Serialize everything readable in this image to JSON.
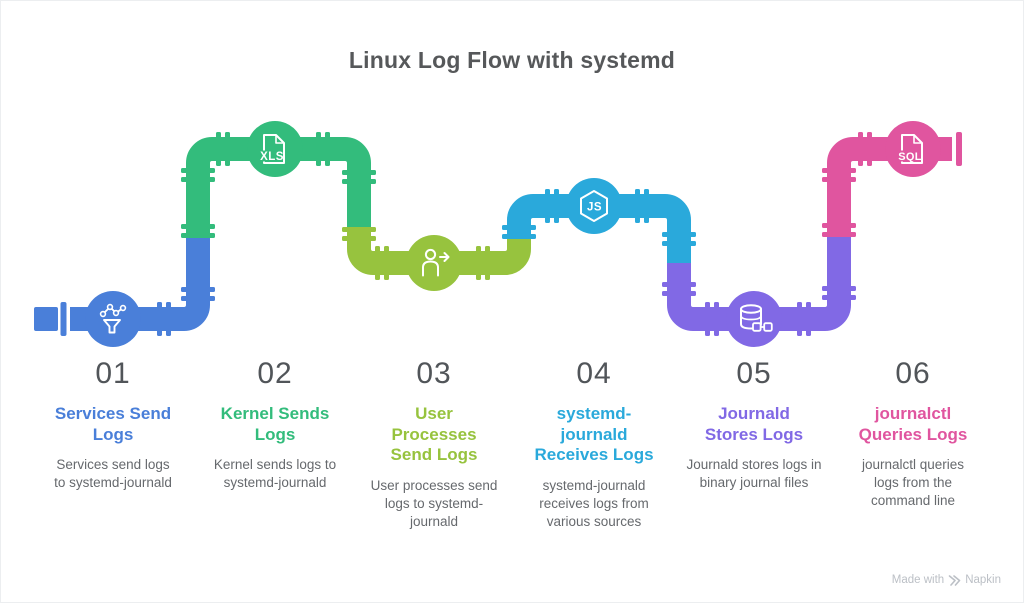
{
  "title": "Linux Log Flow with systemd",
  "colors": {
    "step1": "#4a7fd9",
    "step2": "#33bc7c",
    "step3": "#97c33e",
    "step4": "#2aa9db",
    "step5": "#8169e5",
    "step6": "#e0559f",
    "title_text": "#56585a",
    "number_text": "#515559",
    "desc_text": "#66696d",
    "watermark_text": "#bcc0c6"
  },
  "steps": [
    {
      "number": "01",
      "title": "Services Send Logs",
      "description": "Services send logs to systemd-journald",
      "icon": "funnel-graph-icon"
    },
    {
      "number": "02",
      "title": "Kernel Sends Logs",
      "description": "Kernel sends logs to systemd-journald",
      "icon": "xls-file-icon",
      "icon_text": "XLS"
    },
    {
      "number": "03",
      "title": "User Processes Send Logs",
      "description": "User processes send logs to systemd-journald",
      "icon": "user-arrow-icon"
    },
    {
      "number": "04",
      "title": "systemd-journald Receives Logs",
      "description": "systemd-journald receives logs from various sources",
      "icon": "js-hexagon-icon",
      "icon_text": "JS"
    },
    {
      "number": "05",
      "title": "Journald Stores Logs",
      "description": "Journald stores logs in binary journal files",
      "icon": "database-link-icon"
    },
    {
      "number": "06",
      "title": "journalctl Queries Logs",
      "description": "journalctl queries logs from the command line",
      "icon": "sql-file-icon",
      "icon_text": "SQL"
    }
  ],
  "watermark": {
    "prefix": "Made with",
    "brand": "Napkin"
  }
}
